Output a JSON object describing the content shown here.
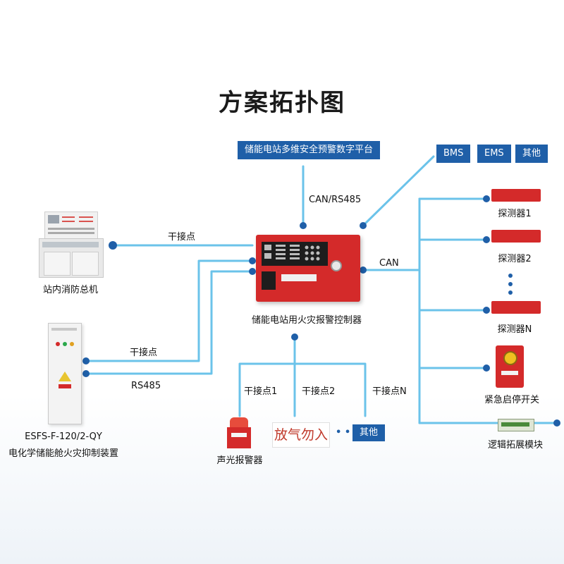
{
  "title": "方案拓扑图",
  "platform": "储能电站多维安全预警数字平台",
  "top_right": [
    "BMS",
    "EMS",
    "其他"
  ],
  "link_labels": {
    "can_rs485": "CAN/RS485",
    "can": "CAN",
    "dry_contact_top": "干接点",
    "dry_contact_mid": "干接点",
    "rs485": "RS485",
    "dry1": "干接点1",
    "dry2": "干接点2",
    "dryN": "干接点N"
  },
  "controller": {
    "label": "储能电站用火灾报警控制器"
  },
  "left": {
    "host_label": "站内消防总机",
    "suppress_model": "ESFS-F-120/2-QY",
    "suppress_label": "电化学储能舱火灾抑制装置"
  },
  "right": {
    "det1": "探测器1",
    "det2": "探测器2",
    "detN": "探测器N",
    "estop": "紧急启停开关",
    "logic": "逻辑拓展模块"
  },
  "bottom": {
    "alarm": "声光报警器",
    "sign": "放气勿入",
    "dots": "• •",
    "other": "其他"
  },
  "colors": {
    "line": "#6bc3ea",
    "dot": "#1f5fa8",
    "tag": "#1f5fa8",
    "red": "#d42a2a"
  }
}
